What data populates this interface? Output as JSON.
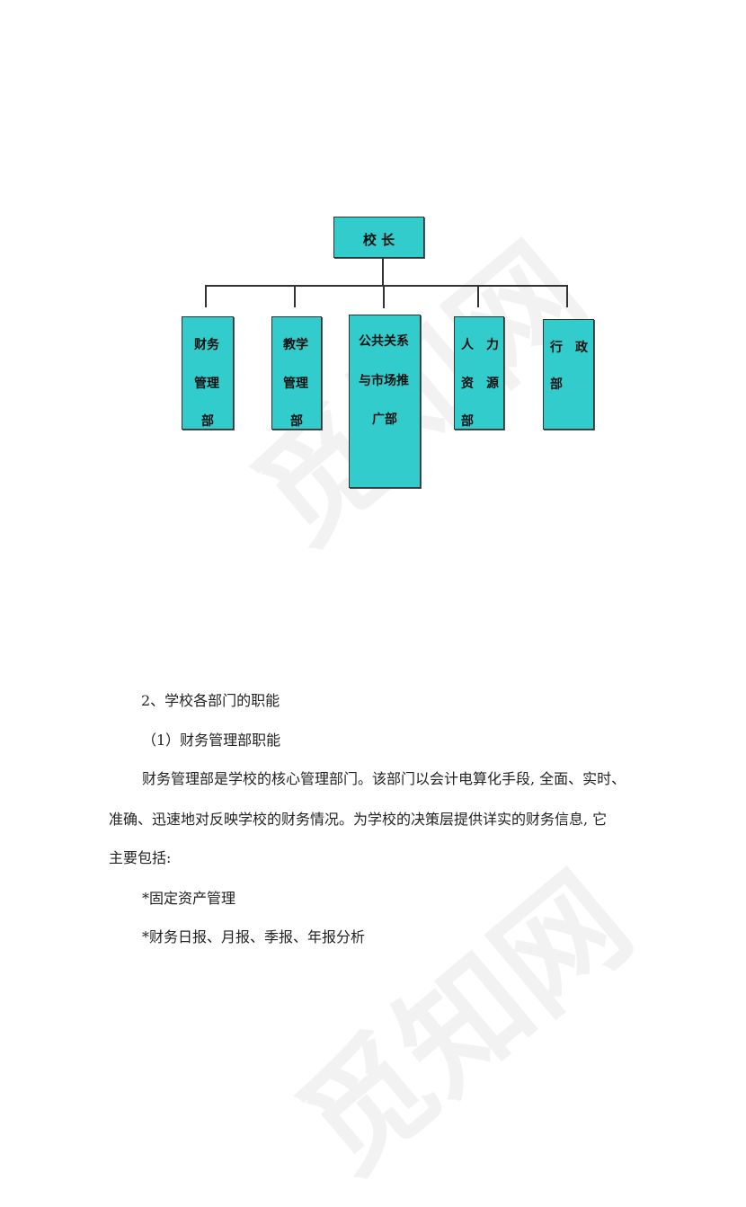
{
  "org_chart": {
    "root": {
      "label": "校 长"
    },
    "departments": [
      {
        "id": "finance",
        "lines": [
          "财务",
          "管理",
          "部"
        ]
      },
      {
        "id": "teaching",
        "lines": [
          "教学",
          "管理",
          "部"
        ]
      },
      {
        "id": "pr-marketing",
        "lines": [
          "公共关系",
          "与市场推",
          "广部"
        ]
      },
      {
        "id": "hr",
        "lines": [
          "人　力",
          "资　源",
          "部"
        ]
      },
      {
        "id": "admin",
        "lines": [
          "行　政",
          "部"
        ]
      }
    ],
    "colors": {
      "box_fill": "#33cccc",
      "box_border": "#333333",
      "line": "#333333"
    }
  },
  "document": {
    "section_heading": "2、学校各部门的职能",
    "subsection_heading": "（1）财务管理部职能",
    "paragraph_lines": [
      "财务管理部是学校的核心管理部门。该部门以会计电算化手段, 全面、实时、",
      "准确、迅速地对反映学校的财务情况。为学校的决策层提供详实的财务信息, 它",
      "主要包括:"
    ],
    "list_items": [
      "*固定资产管理",
      "*财务日报、月报、季报、年报分析"
    ]
  },
  "watermark": {
    "text": "觅知网"
  }
}
